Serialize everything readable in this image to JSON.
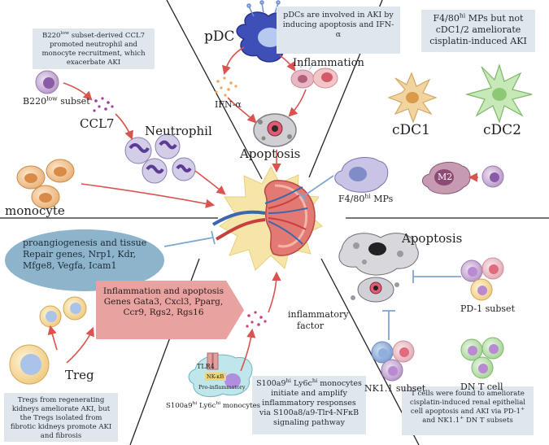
{
  "diagram": {
    "box_pdc_text": "pDCs are involved in AKI by inducing apoptosis and IFN-α",
    "box_b220_pre": "B220",
    "box_b220_sup": "low",
    "box_b220_post": " subset-derived CCL7 promoted neutrophil and monocyte recruitment, which exacerbate AKI",
    "box_f480_line1_pre": "F4/80",
    "box_f480_line1_sup": "hi",
    "box_f480_line1_post": " MPs but not",
    "box_f480_line2": "cDC1/2 ameliorate",
    "box_f480_line3": "cisplatin-induced AKI",
    "box_treg_text": "Tregs from regenerating kidneys ameliorate AKI, but the Tregs isolated from fibrotic kidneys promote AKI and fibrosis",
    "box_s100_pre": "S100a9",
    "box_s100_sup1": "hi",
    "box_s100_mid": " Ly6c",
    "box_s100_sup2": "hi",
    "box_s100_post": " monocytes initiate and amplify inflammatory responses via S100a8/a9-Tlr4-NFκB signaling pathway",
    "box_tcell_pre": "T cells were found to ameliorate cisplatin-induced renal epithelial cell apoptosis and AKI via PD-1",
    "box_tcell_sup1": "+",
    "box_tcell_mid": " and NK1.1",
    "box_tcell_sup2": "+",
    "box_tcell_post": "  DN T subsets",
    "oval_text": "proangiogenesis and tissue Repair genes, Nrp1, Kdr, Mfge8, Vegfa, Icam1",
    "arrow_text": "Inflammation and apoptosis Genes Gata3, Cxcl3, Pparg, Ccr9, Rgs2, Rgs16",
    "label_pdc": "pDC",
    "label_ifn": "IFN-α",
    "label_inflammation": "Inflammation",
    "label_apoptosis_top": "Apoptosis",
    "label_b220_pre": "B220",
    "label_b220_sup": "low",
    "label_b220_post": " subset",
    "label_ccl7": "CCL7",
    "label_neutrophil": "Neutrophil",
    "label_monocyte": "monocyte",
    "label_cdc1": "cDC1",
    "label_cdc2": "cDC2",
    "label_m2": "M2",
    "label_f480_pre": "F4/80",
    "label_f480_sup": "hi",
    "label_f480_post": " MPs",
    "label_apoptosis_right": "Apoptosis",
    "label_pd1": "PD-1 subset",
    "label_nk11": "NK1.1 subset",
    "label_dnt": "DN T cell",
    "label_treg": "Treg",
    "label_inflam_factor_1": "inflammatory",
    "label_inflam_factor_2": "factor",
    "label_tlr4": "TLR4",
    "label_nfkb": "NK-κB",
    "label_proinflam": "Pro-inflammatory",
    "label_s100_pre": "S100a9",
    "label_s100_sup1": "hi",
    "label_s100_mid": " Ly6c",
    "label_s100_sup2": "hi",
    "label_s100_post": " monocytes"
  },
  "colors": {
    "arrow_red": "#d9534f",
    "inhibit_blue": "#7fa6cf",
    "box_fill": "#dfe6ec",
    "oval_fill": "#8eb4cc",
    "arrow_fill": "#e8a3a1"
  }
}
